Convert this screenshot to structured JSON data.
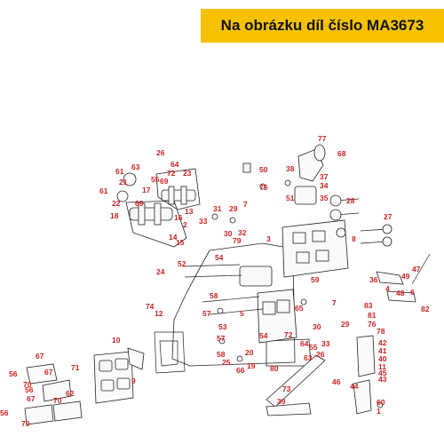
{
  "banner": {
    "text": "Na obrázku díl číslo MA3673"
  },
  "colors": {
    "banner_bg": "#f6c200",
    "label": "#cc2222",
    "line": "#222222"
  },
  "labels": [
    "1",
    "2",
    "3",
    "4",
    "5",
    "6",
    "7",
    "8",
    "9",
    "10",
    "11",
    "12",
    "13",
    "14",
    "15",
    "16",
    "17",
    "18",
    "19",
    "20",
    "21",
    "22",
    "23",
    "24",
    "25",
    "26",
    "27",
    "28",
    "29",
    "30",
    "31",
    "32",
    "33",
    "34",
    "35",
    "36",
    "37",
    "38",
    "39",
    "40",
    "41",
    "42",
    "43",
    "44",
    "45",
    "46",
    "47",
    "48",
    "49",
    "50",
    "51",
    "52",
    "53",
    "54",
    "55",
    "56",
    "57",
    "58",
    "59",
    "60",
    "61",
    "62",
    "63",
    "64",
    "65",
    "66",
    "67",
    "68",
    "69",
    "70",
    "71",
    "72",
    "73",
    "74",
    "75",
    "76",
    "77",
    "78",
    "79",
    "80",
    "81",
    "82",
    "83"
  ]
}
